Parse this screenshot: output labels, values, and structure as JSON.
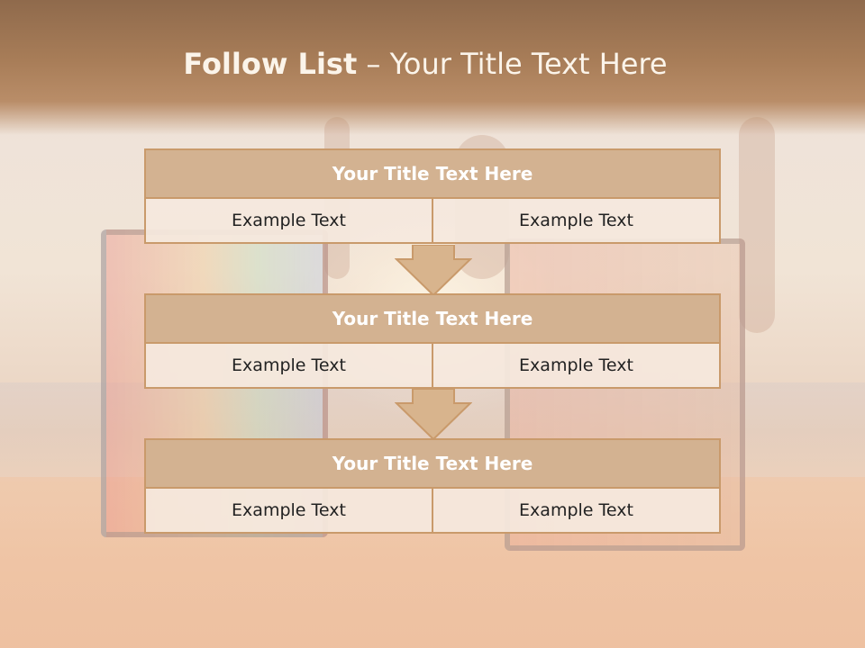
{
  "slide": {
    "title_bold": "Follow List",
    "title_rest": " – Your Title Text Here"
  },
  "blocks": [
    {
      "title": "Your Title Text Here",
      "left": "Example Text",
      "right": "Example Text"
    },
    {
      "title": "Your Title Text Here",
      "left": "Example Text",
      "right": "Example Text"
    },
    {
      "title": "Your Title Text Here",
      "left": "Example Text",
      "right": "Example Text"
    }
  ],
  "colors": {
    "header_fill": "#d3b291",
    "border": "#c99a6b",
    "arrow_fill": "#d8b48d",
    "title_band": "#a87d58"
  }
}
